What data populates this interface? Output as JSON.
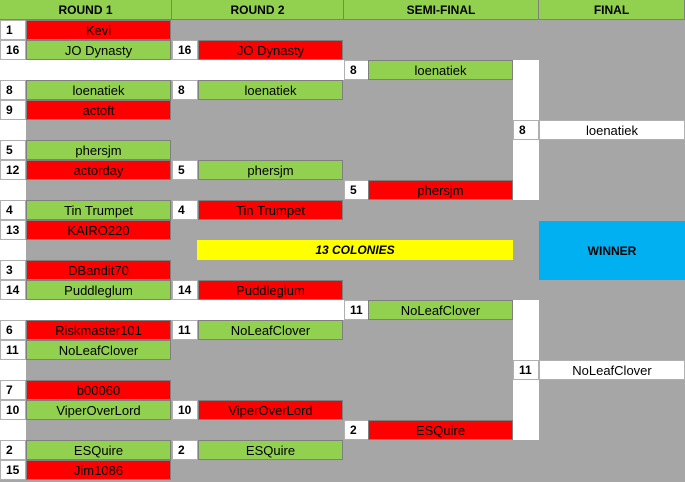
{
  "headers": [
    "ROUND 1",
    "ROUND 2",
    "SEMI-FINAL",
    "FINAL"
  ],
  "round1": [
    {
      "seed": "1",
      "name": "Kevi",
      "status": "lose"
    },
    {
      "seed": "16",
      "name": "JO Dynasty",
      "status": "win"
    },
    {
      "seed": "8",
      "name": "loenatiek",
      "status": "win"
    },
    {
      "seed": "9",
      "name": "actoft",
      "status": "lose"
    },
    {
      "seed": "5",
      "name": "phersjm",
      "status": "win"
    },
    {
      "seed": "12",
      "name": "actorday",
      "status": "lose"
    },
    {
      "seed": "4",
      "name": "Tin Trumpet",
      "status": "win"
    },
    {
      "seed": "13",
      "name": "KAIRO220",
      "status": "lose"
    },
    {
      "seed": "3",
      "name": "DBandit70",
      "status": "lose"
    },
    {
      "seed": "14",
      "name": "Puddleglum",
      "status": "win"
    },
    {
      "seed": "6",
      "name": "Riskmaster101",
      "status": "lose"
    },
    {
      "seed": "11",
      "name": "NoLeafClover",
      "status": "win"
    },
    {
      "seed": "7",
      "name": "b00060",
      "status": "lose"
    },
    {
      "seed": "10",
      "name": "ViperOverLord",
      "status": "win"
    },
    {
      "seed": "2",
      "name": "ESQuire",
      "status": "win"
    },
    {
      "seed": "15",
      "name": "Jim1086",
      "status": "lose"
    }
  ],
  "round2": [
    {
      "seed": "16",
      "name": "JO Dynasty",
      "status": "lose"
    },
    {
      "seed": "8",
      "name": "loenatiek",
      "status": "win"
    },
    {
      "seed": "5",
      "name": "phersjm",
      "status": "win"
    },
    {
      "seed": "4",
      "name": "Tin Trumpet",
      "status": "lose"
    },
    {
      "seed": "14",
      "name": "Puddleglum",
      "status": "lose"
    },
    {
      "seed": "11",
      "name": "NoLeafClover",
      "status": "win"
    },
    {
      "seed": "10",
      "name": "ViperOverLord",
      "status": "lose"
    },
    {
      "seed": "2",
      "name": "ESQuire",
      "status": "win"
    }
  ],
  "semis": [
    {
      "seed": "8",
      "name": "loenatiek",
      "status": "win"
    },
    {
      "seed": "5",
      "name": "phersjm",
      "status": "lose"
    },
    {
      "seed": "11",
      "name": "NoLeafClover",
      "status": "win"
    },
    {
      "seed": "2",
      "name": "ESQuire",
      "status": "lose"
    }
  ],
  "final": [
    {
      "seed": "8",
      "name": "loenatiek"
    },
    {
      "seed": "11",
      "name": "NoLeafClover"
    }
  ],
  "banner": "13 COLONIES",
  "winner_label": "WINNER",
  "colors": {
    "win": "#92d050",
    "lose": "#ff0000",
    "background": "#a6a6a6",
    "banner": "#ffff00",
    "winner": "#00b0f0"
  }
}
